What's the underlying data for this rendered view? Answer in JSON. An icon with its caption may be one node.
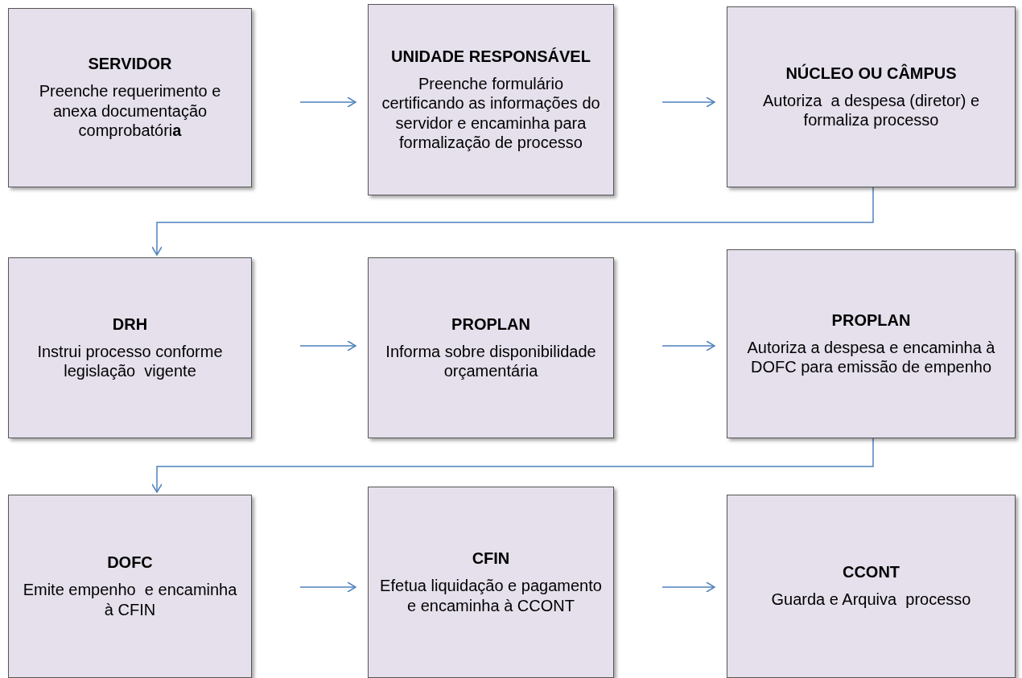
{
  "diagram": {
    "nodes": [
      {
        "text": [
          "SERVIDOR",
          "Preenche requerimento e anexa documentação comprobatóri**a**"
        ]
      },
      {
        "text": [
          "UNIDADE RESPONSÁVEL",
          "Preenche formulário certificando as informações do servidor e encaminha para formalização de processo"
        ]
      },
      {
        "text": [
          "NÚCLEO OU CÂMPUS",
          "Autoriza  a despesa (diretor) e formaliza processo"
        ]
      },
      {
        "text": [
          "DRH",
          "Instrui processo conforme legislação  vigente"
        ]
      },
      {
        "text": [
          "PROPLAN",
          "Informa sobre disponibilidade orçamentária"
        ]
      },
      {
        "text": [
          "PROPLAN",
          "Autoriza a despesa e encaminha à DOFC para emissão de empenho"
        ]
      },
      {
        "text": [
          "DOFC",
          "Emite empenho  e encaminha à CFIN"
        ]
      },
      {
        "text": [
          "CFIN",
          "Efetua liquidação e pagamento e encaminha à CCONT"
        ]
      },
      {
        "text": [
          "CCONT",
          "Guarda e Arquiva  processo"
        ]
      }
    ],
    "edges": [
      {
        "from": 0,
        "to": 1,
        "arrow": "to"
      },
      {
        "from": 1,
        "to": 2,
        "arrow": "to"
      },
      {
        "from": 2,
        "to": 3,
        "arrow": "to"
      },
      {
        "from": 3,
        "to": 4,
        "arrow": "to"
      },
      {
        "from": 4,
        "to": 5,
        "arrow": "to"
      },
      {
        "from": 5,
        "to": 6,
        "arrow": "to"
      },
      {
        "from": 6,
        "to": 7,
        "arrow": "to"
      },
      {
        "from": 7,
        "to": 8,
        "arrow": "to"
      }
    ]
  }
}
